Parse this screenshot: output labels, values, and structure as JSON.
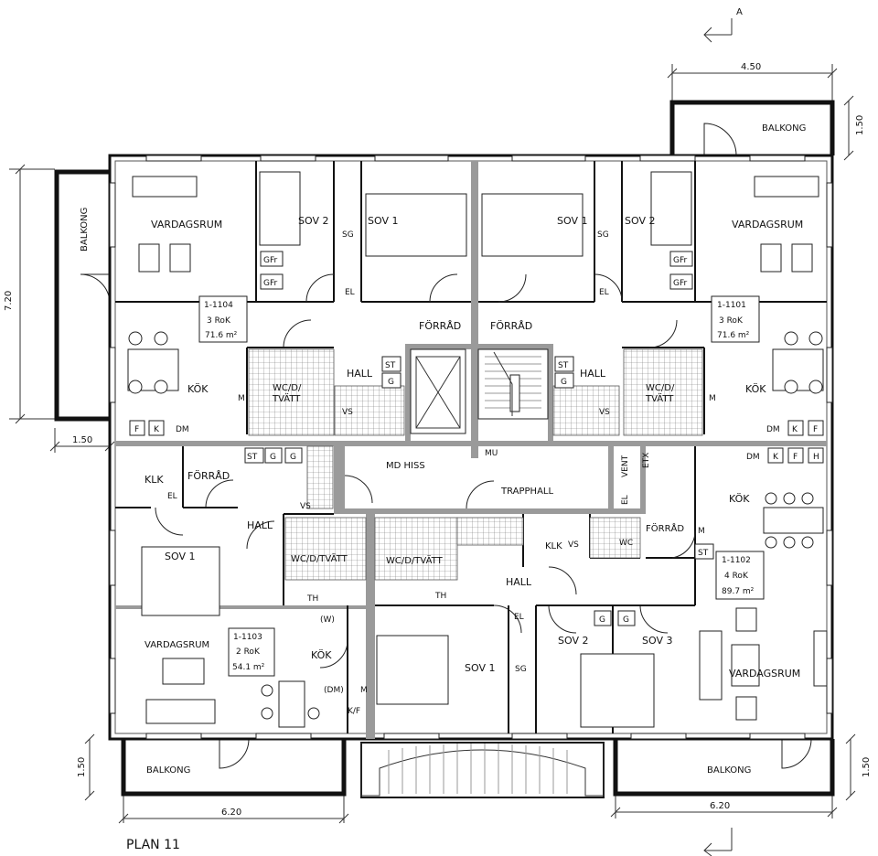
{
  "section_marker": "A",
  "plan_title": "PLAN 11",
  "dimensions": {
    "top_width": "4.50",
    "top_right_height": "1.50",
    "left_height": "7.20",
    "left_depth": "1.50",
    "bottom_left_height": "1.50",
    "bottom_left_width": "6.20",
    "bottom_right_height": "1.50",
    "bottom_right_width": "6.20"
  },
  "balconies": {
    "top_right": "BALKONG",
    "left": "BALKONG",
    "bottom_left": "BALKONG",
    "bottom_right": "BALKONG"
  },
  "apartments": [
    {
      "id": "1-1104",
      "rooms": "3 RoK",
      "area": "71.6 m²"
    },
    {
      "id": "1-1101",
      "rooms": "3 RoK",
      "area": "71.6 m²"
    },
    {
      "id": "1-1103",
      "rooms": "2 RoK",
      "area": "54.1 m²"
    },
    {
      "id": "1-1102",
      "rooms": "4 RoK",
      "area": "89.7 m²"
    }
  ],
  "rooms": {
    "vardagsrum_tl": "VARDAGSRUM",
    "vardagsrum_tr": "VARDAGSRUM",
    "vardagsrum_bl": "VARDAGSRUM",
    "vardagsrum_br": "VARDAGSRUM",
    "sov2_tl": "SOV 2",
    "sov1_tl": "SOV 1",
    "sov1_tr": "SOV 1",
    "sov2_tr": "SOV 2",
    "sov1_bl": "SOV 1",
    "sov1_bc": "SOV 1",
    "sov2_br": "SOV 2",
    "sov3_br": "SOV 3",
    "kok_tl": "KÖK",
    "kok_tr": "KÖK",
    "kok_bl": "KÖK",
    "kok_br": "KÖK",
    "hall_tl": "HALL",
    "hall_tr": "HALL",
    "hall_bl": "HALL",
    "hall_bc": "HALL",
    "forrad_l": "FÖRRÅD",
    "forrad_r": "FÖRRÅD",
    "forrad_bl": "FÖRRÅD",
    "forrad_br": "FÖRRÅD",
    "wc_tl": "WC/D/\nTVÄTT",
    "wc_tr": "WC/D/\nTVÄTT",
    "wc_bl": "WC/D/TVÄTT",
    "wc_bc": "WC/D/TVÄTT",
    "trapphall": "TRAPPHALL",
    "md_hiss": "MD HISS",
    "klk_l": "KLK",
    "klk_r": "KLK"
  },
  "fixtures": {
    "sg": "SG",
    "el": "EL",
    "gfr": "GFr",
    "st": "ST",
    "g": "G",
    "vs": "VS",
    "mu": "MU",
    "wc": "WC",
    "f": "F",
    "k": "K",
    "dm": "DM",
    "m": "M",
    "h": "H",
    "kf": "K/F",
    "dm_paren": "(DM)",
    "w": "(W)",
    "th": "TH",
    "vent": "VENT",
    "etx": "ETX"
  }
}
